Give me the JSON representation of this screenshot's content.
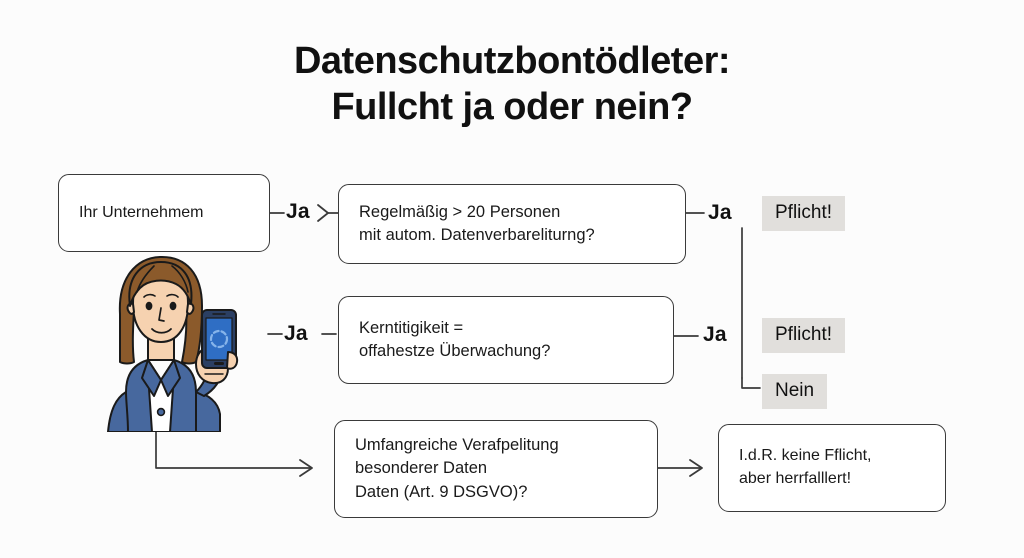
{
  "page": {
    "background_color": "#fcfcfc",
    "text_color": "#111111"
  },
  "title": {
    "line1": "Datenschutzbontödleter:",
    "line2": "Fullcht ja oder nein?"
  },
  "nodes": {
    "start": {
      "label": "Ihr Unternehmem"
    },
    "question1": {
      "label": "Regelmäßig > 20 Personen\nmit autom. Datenverbareliturng?"
    },
    "question2": {
      "label": "Kerntitigikeit =\noffahestze Überwachung?"
    },
    "question3": {
      "label": "Umfangreiche Verafpelitung\nbesonderer Daten\nDaten (Art. 9 DSGVO)?"
    },
    "result": {
      "label": "I.d.R. keine Fflicht,\naber herrfalllert!"
    }
  },
  "branches": {
    "start_to_q1": "Ja",
    "figure_to_q2": "Ja",
    "q1_yes": "Ja",
    "q2_yes": "Ja"
  },
  "outcomes": {
    "pflicht_1": "Pflicht!",
    "pflicht_2": "Pflicht!",
    "nein": "Nein",
    "badge_color": "#e1dfdc"
  },
  "illustration": {
    "name": "woman-holding-smartphone",
    "hair_color": "#8b5a2b",
    "skin_color": "#f6d2b0",
    "blazer_color": "#47689e",
    "shirt_color": "#ffffff",
    "phone_body_color": "#2b3f63",
    "phone_screen_color": "#2f6ec4"
  },
  "arrows": {
    "start_to_q1": "arrow-right",
    "q3_to_result": "arrow-right",
    "figure_to_q3": "elbow-arrow-right"
  }
}
